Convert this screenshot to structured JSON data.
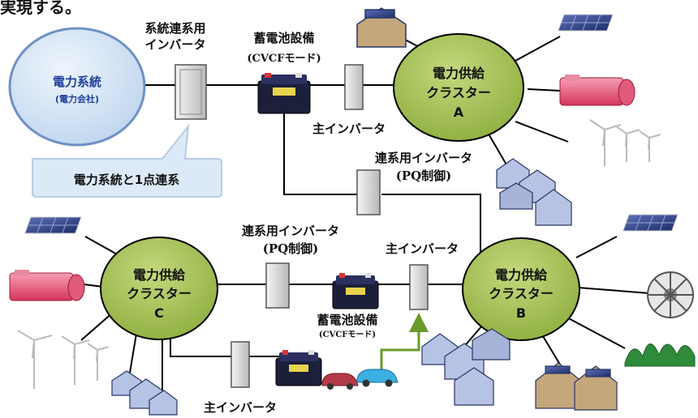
{
  "top_fragment": "実現する。",
  "grid": {
    "name": "電力系統",
    "sub": "(電力会社)",
    "callout": "電力系統と1点連系",
    "grid_inverter": [
      "系統連系用",
      "インバータ"
    ]
  },
  "battery_top": [
    "蓄電池設備",
    "(CVCFモード)"
  ],
  "battery_bottom": [
    "蓄電池設備",
    "(CVCFモード)"
  ],
  "main_inverter_a": "主インバータ",
  "main_inverter_b": "主インバータ",
  "main_inverter_c": "主インバータ",
  "link_inverter_ab": [
    "連系用インバータ",
    "(PQ制御)"
  ],
  "link_inverter_bc": [
    "連系用インバータ",
    "(PQ制御)"
  ],
  "clusters": {
    "a": [
      "電力供給",
      "クラスター",
      "A"
    ],
    "b": [
      "電力供給",
      "クラスター",
      "B"
    ],
    "c": [
      "電力供給",
      "クラスター",
      "C"
    ]
  },
  "colors": {
    "cluster_fill": "#9DBA4E",
    "grid_fill": "#CFE0F3",
    "grid_text": "#1F3F9F",
    "callout_fill": "#DCEAF7",
    "line": "#000000",
    "arrow": "#6A9A2A"
  }
}
